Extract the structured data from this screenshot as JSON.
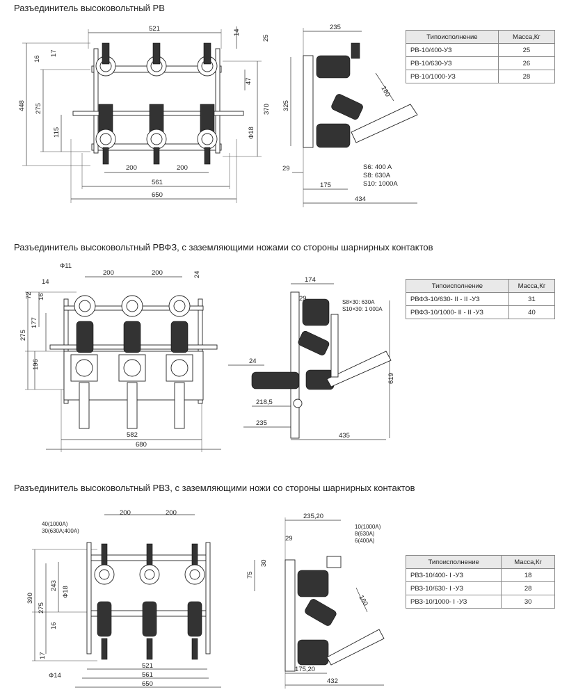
{
  "sections": [
    {
      "title": "Разъединитель высоковольтный РВ",
      "table": {
        "headers": [
          "Типоисполнение",
          "Масса,Кг"
        ],
        "rows": [
          [
            "РВ-10/400-УЗ",
            "25"
          ],
          [
            "РВ-10/630-УЗ",
            "26"
          ],
          [
            "РВ-10/1000-УЗ",
            "28"
          ]
        ]
      },
      "dims_front": [
        "521",
        "14",
        "25",
        "17",
        "16",
        "448",
        "275",
        "47",
        "370",
        "115",
        "Ф18",
        "200",
        "200",
        "561",
        "650"
      ],
      "dims_side": [
        "235",
        "160",
        "325",
        "29",
        "175",
        "434"
      ],
      "ratings": [
        "S6: 400 A",
        "S8: 630A",
        "S10: 1000A"
      ]
    },
    {
      "title": "Разъединитель высоковольтный РВФЗ, с заземляющими ножами со стороны шарнирных контактов",
      "table": {
        "headers": [
          "Типоисполнение",
          "Масса,Кг"
        ],
        "rows": [
          [
            "РВФЗ-10/630- II - II -УЗ",
            "31"
          ],
          [
            "РВФЗ-10/1000- II - II -УЗ",
            "40"
          ]
        ]
      },
      "dims_front": [
        "Ф11",
        "200",
        "200",
        "14",
        "24",
        "72",
        "16",
        "177",
        "275",
        "196",
        "582",
        "680"
      ],
      "dims_side": [
        "174",
        "29",
        "S8×30: 630A",
        "S10×30: 1 000A",
        "24",
        "619",
        "218,5",
        "235",
        "435"
      ]
    },
    {
      "title": "Разъединитель высоковольтный РВЗ, с заземляющими ножи со стороны шарнирных контактов",
      "table": {
        "headers": [
          "Типоисполнение",
          "Масса,Кг"
        ],
        "rows": [
          [
            "РВЗ-10/400- I -УЗ",
            "18"
          ],
          [
            "РВЗ-10/630- I -УЗ",
            "28"
          ],
          [
            "РВЗ-10/1000- I -УЗ",
            "30"
          ]
        ]
      },
      "dims_front": [
        "40(1000A)",
        "30(630A;400A)",
        "200",
        "200",
        "390",
        "275",
        "243",
        "Ф18",
        "16",
        "17",
        "Ф14",
        "521",
        "561",
        "650"
      ],
      "dims_side": [
        "235,20",
        "10(1000A)",
        "8(630A)",
        "6(400A)",
        "29",
        "30",
        "75",
        "160",
        "175,20",
        "432"
      ]
    }
  ]
}
